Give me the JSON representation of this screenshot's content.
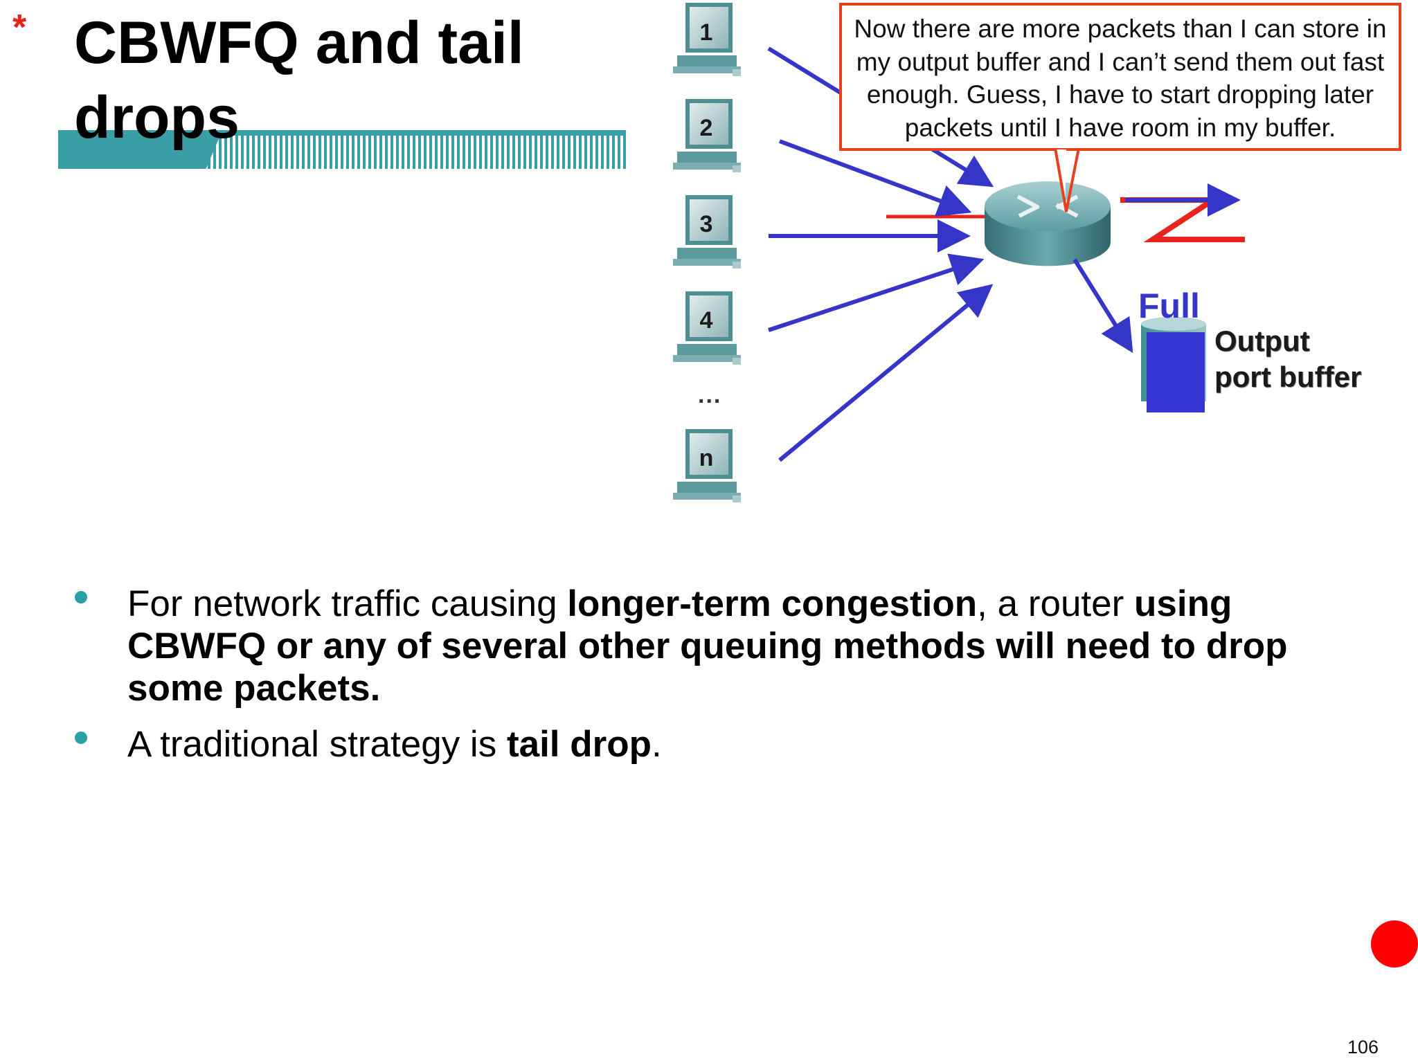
{
  "slide": {
    "title": "CBWFQ and tail drops",
    "asterisk": "*",
    "page_number": "106"
  },
  "diagram": {
    "pcs": [
      "1",
      "2",
      "3",
      "4",
      "n"
    ],
    "ellipsis": "...",
    "callout": "Now there are more packets than I can store in my output buffer and I can’t send them out fast enough. Guess, I have to start dropping later packets until I have room in my buffer.",
    "buffer_state": "Full",
    "buffer_label": "Output port buffer",
    "colors": {
      "arrows": "#3535c8",
      "callout_border": "#e8401f",
      "serial_link": "#e8231c",
      "router": "#3f8f94"
    }
  },
  "bullets": [
    {
      "seg1": "For network traffic causing ",
      "seg2": "longer-term congestion",
      "seg3": ", a router ",
      "seg4": "using CBWFQ or any of several other queuing methods will need to drop some packets."
    },
    {
      "seg1": "A traditional strategy is ",
      "seg2": "tail drop",
      "seg3": "."
    }
  ]
}
